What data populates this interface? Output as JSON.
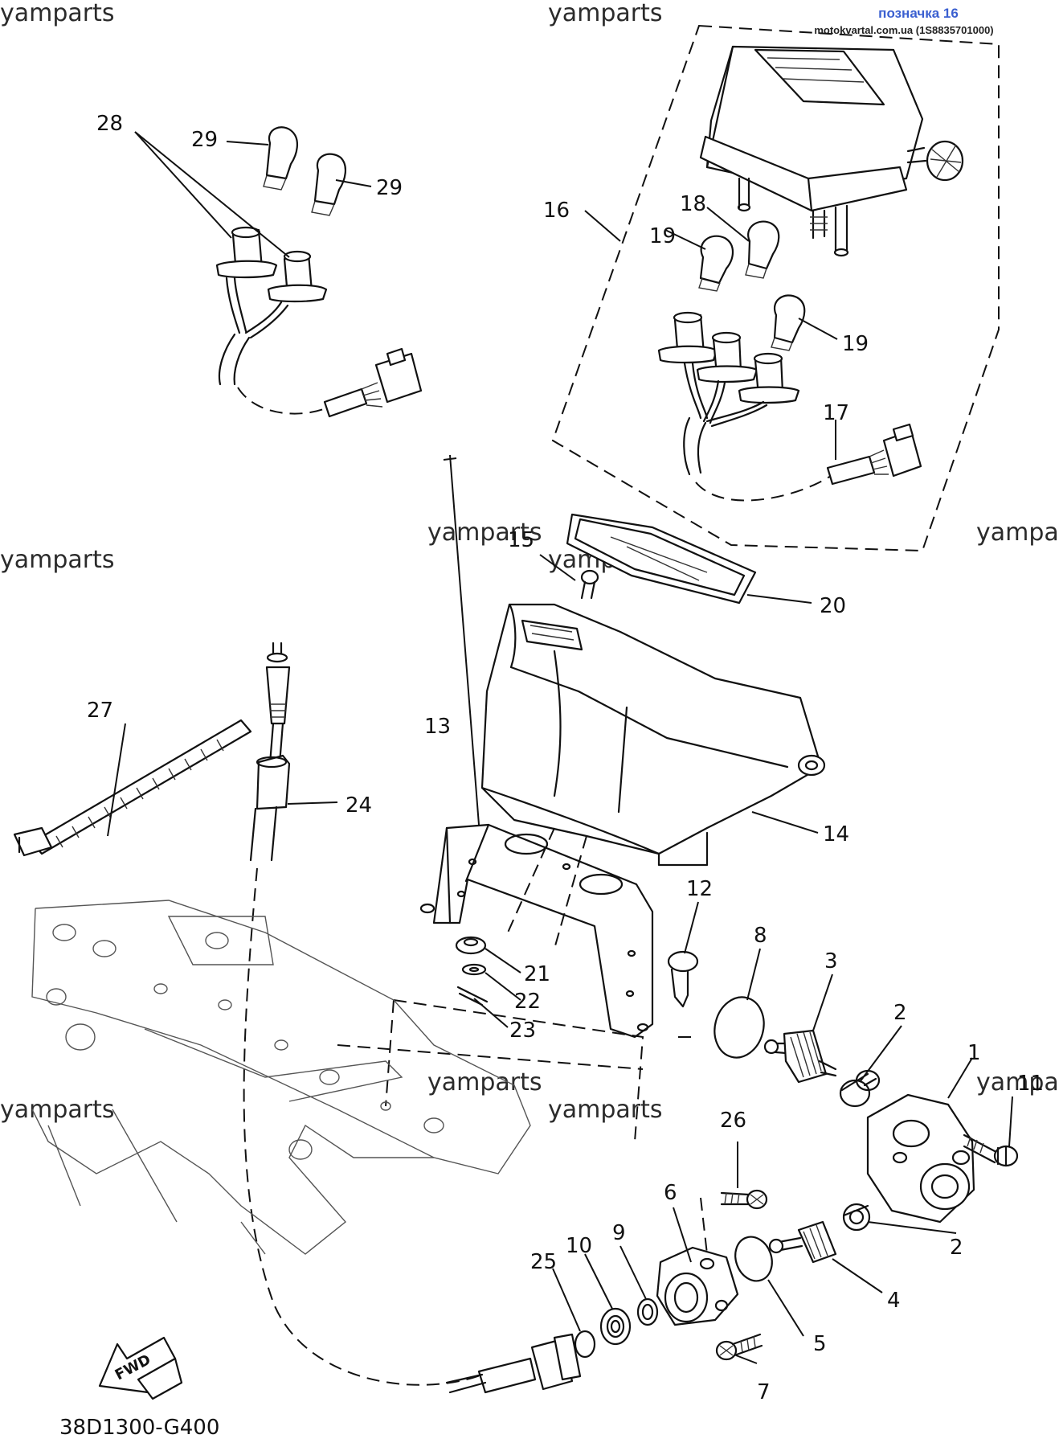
{
  "watermarks": [
    "yamparts",
    "yamparts",
    "yamparts",
    "yamparts",
    "yamparts",
    "yamparts",
    "yamparts",
    "yamparts",
    "yamparts",
    "yamparts"
  ],
  "badge": {
    "title": "позначка 16",
    "subtitle": "motokvartal.com.ua (1S8835701000)"
  },
  "diagram_code": "38D1300-G400",
  "fwd_label": "FWD",
  "callouts": {
    "c1": "1",
    "c2a": "2",
    "c2b": "2",
    "c3": "3",
    "c4": "4",
    "c5": "5",
    "c6": "6",
    "c7": "7",
    "c8": "8",
    "c9": "9",
    "c10": "10",
    "c11": "11",
    "c12": "12",
    "c13": "13",
    "c14": "14",
    "c15": "15",
    "c16": "16",
    "c17": "17",
    "c18": "18",
    "c19a": "19",
    "c19b": "19",
    "c20": "20",
    "c21": "21",
    "c22": "22",
    "c23": "23",
    "c24": "24",
    "c25": "25",
    "c26": "26",
    "c27": "27",
    "c28": "28",
    "c29a": "29",
    "c29b": "29"
  }
}
